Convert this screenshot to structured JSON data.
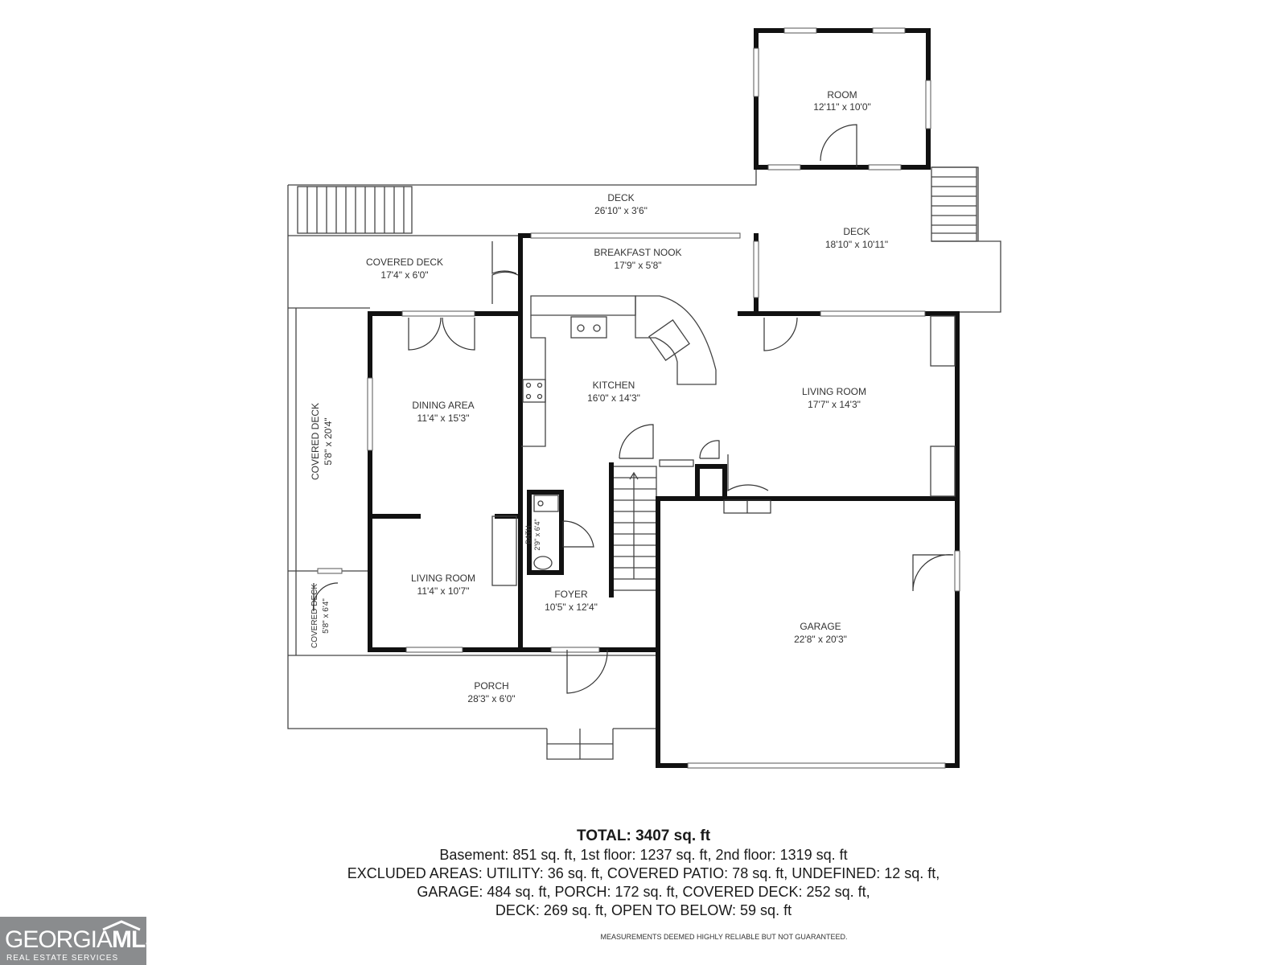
{
  "rooms": [
    {
      "id": "room",
      "name": "ROOM",
      "dims": "12'11\" x 10'0\""
    },
    {
      "id": "deck-top",
      "name": "DECK",
      "dims": "26'10\" x 3'6\""
    },
    {
      "id": "deck-right",
      "name": "DECK",
      "dims": "18'10\" x 10'11\""
    },
    {
      "id": "covered-deck-top",
      "name": "COVERED DECK",
      "dims": "17'4\" x 6'0\""
    },
    {
      "id": "breakfast-nook",
      "name": "BREAKFAST NOOK",
      "dims": "17'9\" x 5'8\""
    },
    {
      "id": "kitchen",
      "name": "KITCHEN",
      "dims": "16'0\" x 14'3\""
    },
    {
      "id": "living-room-right",
      "name": "LIVING ROOM",
      "dims": "17'7\" x 14'3\""
    },
    {
      "id": "dining-area",
      "name": "DINING AREA",
      "dims": "11'4\" x 15'3\""
    },
    {
      "id": "covered-deck-side",
      "name": "COVERED DECK",
      "dims": "5'8\" x 20'4\""
    },
    {
      "id": "bath",
      "name": "BATH",
      "dims": "2'9\" x 6'4\""
    },
    {
      "id": "living-room-left",
      "name": "LIVING ROOM",
      "dims": "11'4\" x 10'7\""
    },
    {
      "id": "foyer",
      "name": "FOYER",
      "dims": "10'5\" x 12'4\""
    },
    {
      "id": "covered-deck-small",
      "name": "COVERED DECK",
      "dims": "5'8\" x 6'4\""
    },
    {
      "id": "garage",
      "name": "GARAGE",
      "dims": "22'8\" x 20'3\""
    },
    {
      "id": "porch",
      "name": "PORCH",
      "dims": "28'3\" x 6'0\""
    }
  ],
  "summary": {
    "total": "TOTAL: 3407 sq. ft",
    "lines": [
      "Basement: 851 sq. ft, 1st floor: 1237 sq. ft, 2nd floor: 1319 sq. ft",
      "EXCLUDED AREAS: UTILITY: 36 sq. ft, COVERED PATIO: 78 sq. ft, UNDEFINED: 12 sq. ft,",
      "GARAGE: 484 sq. ft, PORCH: 172 sq. ft, COVERED DECK: 252 sq. ft,",
      "DECK: 269 sq. ft, OPEN TO BELOW: 59 sq. ft"
    ]
  },
  "disclaimer": "MEASUREMENTS DEEMED HIGHLY RELIABLE BUT NOT GUARANTEED.",
  "logo": {
    "word_light": "GEORGIA",
    "word_bold": "MLS",
    "tagline": "REAL ESTATE SERVICES",
    "color": "#8a8c8e"
  }
}
